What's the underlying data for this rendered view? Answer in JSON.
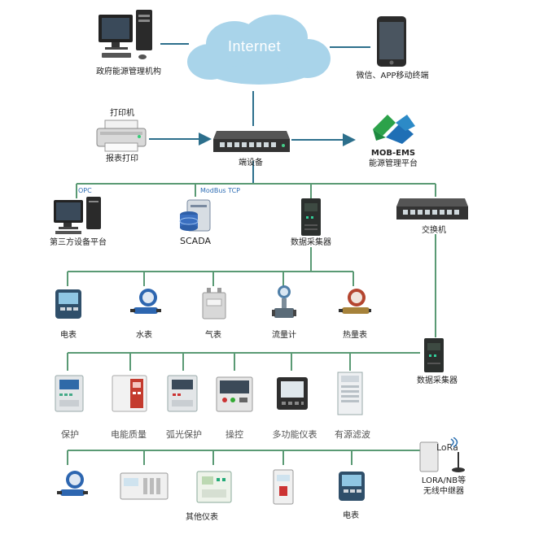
{
  "cloud": {
    "label": "Internet"
  },
  "top": {
    "gov": "政府能源管理机构",
    "mobile": "微信、APP移动终端"
  },
  "middle": {
    "printer_top": "打印机",
    "printer_bottom": "报表打印",
    "gateway": "端设备",
    "ems_line1": "MOB-EMS",
    "ems_line2": "能源管理平台"
  },
  "level2": {
    "opc": "OPC",
    "modbus": "ModBus TCP",
    "third_party": "第三方设备平台",
    "scada": "SCADA",
    "collector": "数据采集器",
    "switch": "交换机"
  },
  "meters": {
    "electric": "电表",
    "water": "水表",
    "gas": "气表",
    "flow": "流量计",
    "heat": "热量表"
  },
  "collector2": "数据采集器",
  "devices": {
    "protection": "保护",
    "power_quality": "电能质量",
    "arc_protection": "弧光保护",
    "control": "操控",
    "multifunction": "多功能仪表",
    "active_filter": "有源滤波"
  },
  "lora": {
    "logo": "LoRa",
    "line1": "LORA/NB等",
    "line2": "无线中继器"
  },
  "bottom": {
    "other_instruments": "其他仪表",
    "electric": "电表"
  },
  "colors": {
    "line": "#5a9a74",
    "blue_line": "#2c6f8c",
    "cloud": "#a9d4ea"
  }
}
